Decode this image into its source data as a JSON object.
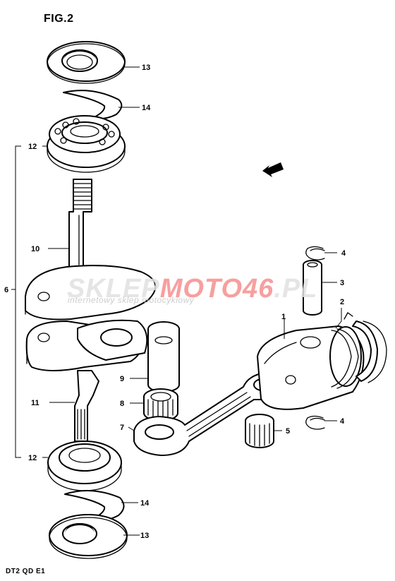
{
  "figure": {
    "title": "FIG.2",
    "footer": "DT2 QD E1"
  },
  "watermark": {
    "brand_part1": "SKLEP",
    "brand_part2": "MOTO46",
    "brand_part3": ".PL",
    "tagline": "internetowy sklep motocyklowy"
  },
  "callouts": [
    {
      "id": "13-top",
      "number": "13"
    },
    {
      "id": "14-top",
      "number": "14"
    },
    {
      "id": "12-top",
      "number": "12"
    },
    {
      "id": "10",
      "number": "10"
    },
    {
      "id": "6",
      "number": "6"
    },
    {
      "id": "9",
      "number": "9"
    },
    {
      "id": "8",
      "number": "8"
    },
    {
      "id": "7",
      "number": "7"
    },
    {
      "id": "11",
      "number": "11"
    },
    {
      "id": "12-bottom",
      "number": "12"
    },
    {
      "id": "14-bottom",
      "number": "14"
    },
    {
      "id": "13-bottom",
      "number": "13"
    },
    {
      "id": "4-top",
      "number": "4"
    },
    {
      "id": "3",
      "number": "3"
    },
    {
      "id": "2",
      "number": "2"
    },
    {
      "id": "1",
      "number": "1"
    },
    {
      "id": "5",
      "number": "5"
    },
    {
      "id": "4-bottom",
      "number": "4"
    }
  ],
  "colors": {
    "ink": "#000000",
    "paper": "#ffffff",
    "watermark_accent": "#f05050"
  }
}
